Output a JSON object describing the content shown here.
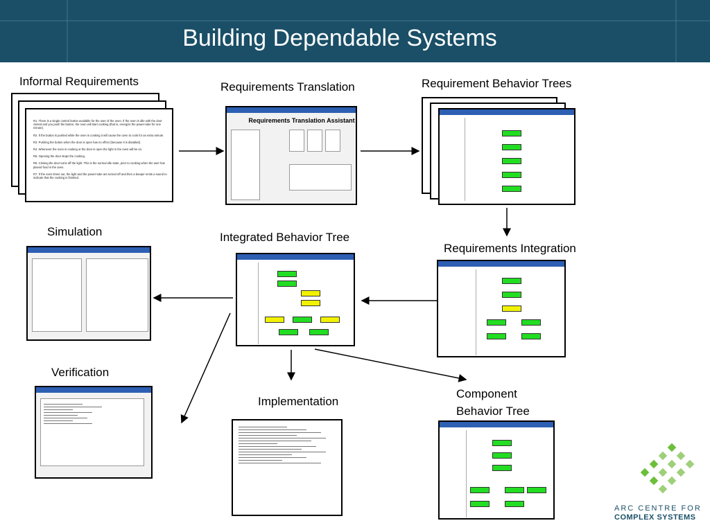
{
  "slide": {
    "title": "Building Dependable Systems"
  },
  "labels": {
    "informal_requirements": "Informal Requirements",
    "requirements_translation": "Requirements Translation",
    "requirement_behavior_trees": "Requirement Behavior Trees",
    "simulation": "Simulation",
    "integrated_behavior_tree": "Integrated Behavior Tree",
    "requirements_integration": "Requirements Integration",
    "verification": "Verification",
    "implementation": "Implementation",
    "component_behavior_tree_line1": "Component",
    "component_behavior_tree_line2": "Behavior Tree"
  },
  "requirements_text": [
    "R1. There is a single control button available for the user of the oven. If the oven is idle with the door closed and you push the button, the oven will start cooking (that is, energize the power-tube for one minute).",
    "R2. If the button is pushed while the oven is cooking it will cause the oven to cook for an extra minute.",
    "R3. Pushing the button when the door is open has no effect (because it is disabled).",
    "R4. Whenever the oven is cooking or the door is open the light in the oven will be on.",
    "R5. Opening the door stops the cooking.",
    "R6. Closing the door turns off the light. This is the normal idle state, prior to cooking when the user has placed food in the oven.",
    "R7. If the oven times out, the light and the power-tube are turned off and then a beeper emits a sound to indicate that the cooking is finished."
  ],
  "translation_tool": {
    "heading": "Requirements Translation Assistant"
  },
  "logo": {
    "line1": "ARC CENTRE FOR",
    "line2": "COMPLEX SYSTEMS"
  },
  "colors": {
    "header_bg": "#1a4f67",
    "node_green": "#22dd22",
    "node_yellow": "#f2f200",
    "logo_blue": "#1a4f67",
    "logo_green": "#6bbf3a"
  }
}
